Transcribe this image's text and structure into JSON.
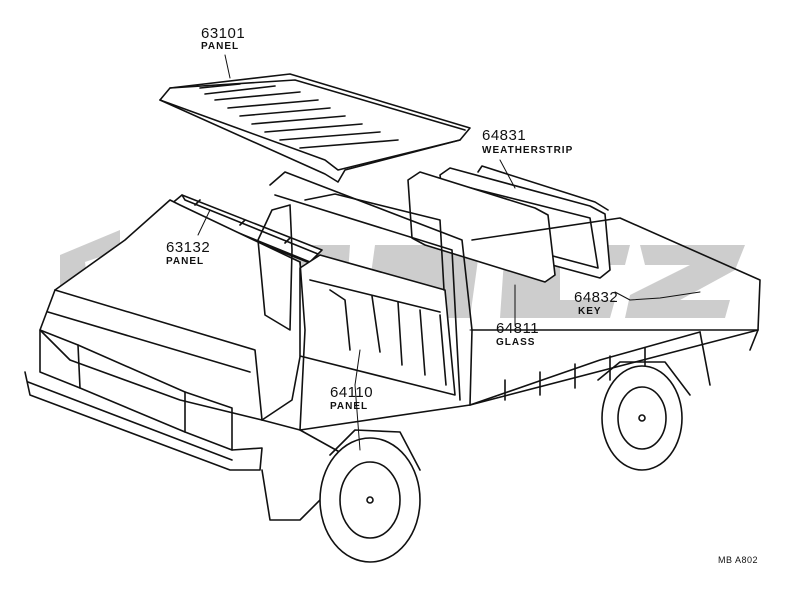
{
  "callouts": [
    {
      "id": "roof",
      "part_number": "63101",
      "part_name": "PANEL"
    },
    {
      "id": "header",
      "part_number": "63132",
      "part_name": "PANEL"
    },
    {
      "id": "back",
      "part_number": "64110",
      "part_name": "PANEL"
    },
    {
      "id": "weatherstrip",
      "part_number": "64831",
      "part_name": "WEATHERSTRIP"
    },
    {
      "id": "glass",
      "part_number": "64811",
      "part_name": "GLASS"
    },
    {
      "id": "key",
      "part_number": "64832",
      "part_name": "KEY"
    }
  ],
  "figure_code": "MB  A802",
  "colors": {
    "ink": "#111111",
    "watermark": "#c8c8c8",
    "background": "#ffffff"
  }
}
